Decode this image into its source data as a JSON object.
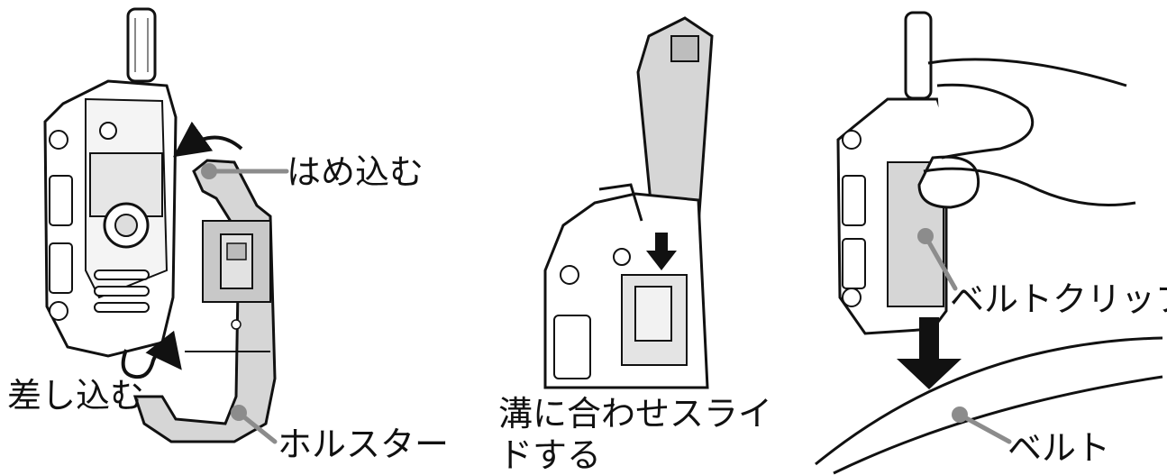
{
  "labels": {
    "insert_snap": "はめ込む",
    "insert": "差し込む",
    "holster": "ホルスター",
    "slide_line1": "溝に合わせスライ",
    "slide_line2": "ドする",
    "belt_clip": "ベルトクリップ",
    "belt": "ベルト"
  },
  "colors": {
    "outline": "#111111",
    "device_fill": "#ffffff",
    "holster_fill": "#d6d6d6",
    "leader": "#8c8c8c"
  },
  "panels": [
    {
      "id": "left",
      "icons": [
        "radio-device",
        "holster",
        "curved-arrow",
        "s-curve-arrow"
      ]
    },
    {
      "id": "middle",
      "icons": [
        "radio-back",
        "belt-clip",
        "down-arrow"
      ]
    },
    {
      "id": "right",
      "icons": [
        "hand",
        "radio-device",
        "down-arrow",
        "belt"
      ]
    }
  ]
}
